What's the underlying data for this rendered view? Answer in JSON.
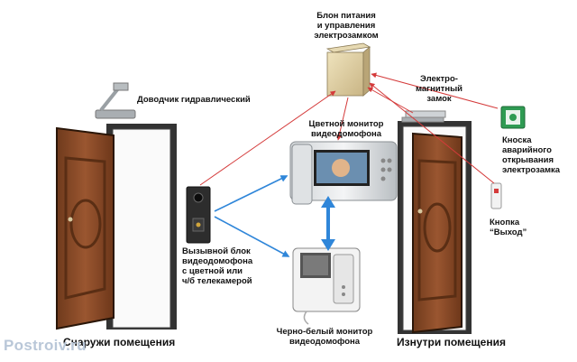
{
  "labels": {
    "power": [
      "Блон питания",
      "и управления",
      "электрозамком"
    ],
    "lock": [
      "Электро-",
      "магнитный",
      "замок"
    ],
    "closer": "Доводчик гидравлический",
    "color_monitor": [
      "Цветной монитор",
      "видеодомофона"
    ],
    "emergency": [
      "Кноска",
      "аварийного",
      "открывания",
      "электрозамка"
    ],
    "call_panel": [
      "Вызывной блок",
      "видеодомофона",
      "с цветной или",
      "ч/б телекамерой"
    ],
    "exit_button": [
      "Кнопка",
      "“Выход”"
    ],
    "bw_monitor": [
      "Черно-белый монитор",
      "видеодомофона"
    ],
    "outside": "Снаружи помещения",
    "inside": "Изнутри помещения"
  },
  "watermark": "Postroiv.ru",
  "colors": {
    "power_lines": "#d43a3a",
    "video_lines": "#2f86d9",
    "door_wood": "#8a4a24",
    "frame": "#2b2b2b",
    "emergency_box": "#2f9b53"
  }
}
